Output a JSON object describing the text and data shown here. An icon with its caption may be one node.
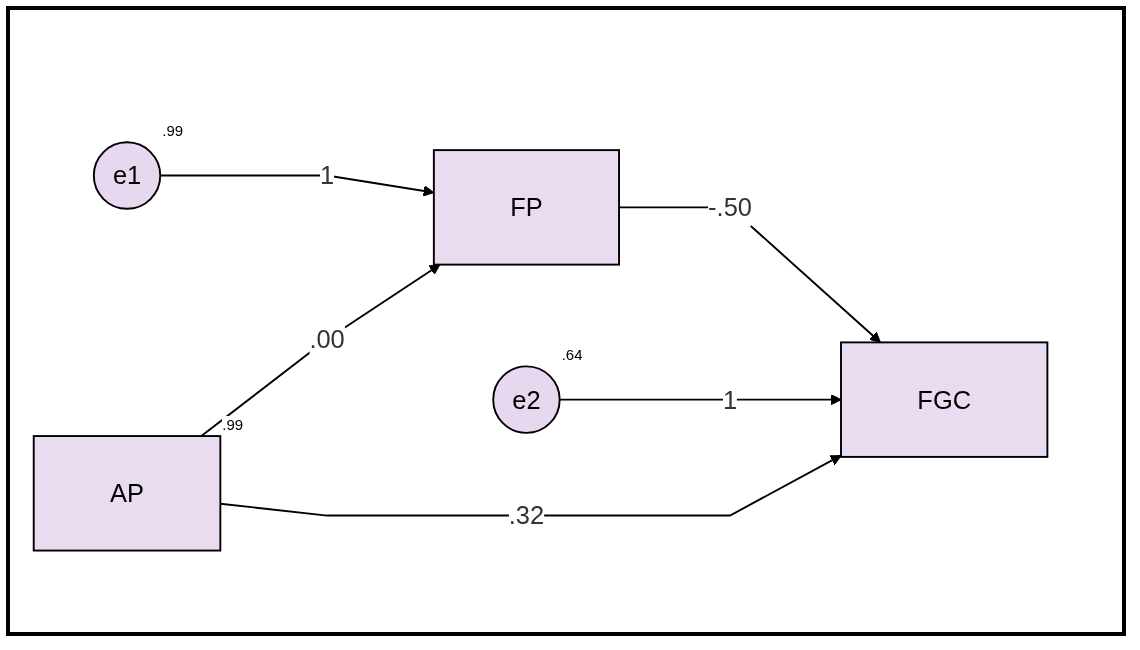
{
  "diagram": {
    "nodes": [
      {
        "text": [
          "e1"
        ],
        "beside": [
          ".99"
        ]
      },
      {
        "text": [
          "FP"
        ]
      },
      {
        "text": [
          "e2"
        ],
        "beside": [
          ".64"
        ]
      },
      {
        "text": [
          "AP"
        ],
        "beside": [
          ".99"
        ]
      },
      {
        "text": [
          "FGC"
        ]
      }
    ],
    "edges": [
      {
        "from": 0,
        "to": 1,
        "arrow": "to",
        "label": "1"
      },
      {
        "from": 3,
        "to": 1,
        "arrow": "to",
        "label": ".00"
      },
      {
        "from": 1,
        "to": 4,
        "arrow": "to",
        "label": "-.50"
      },
      {
        "from": 2,
        "to": 4,
        "arrow": "to",
        "label": "1"
      },
      {
        "from": 3,
        "to": 4,
        "arrow": "to",
        "label": ".32"
      }
    ]
  }
}
